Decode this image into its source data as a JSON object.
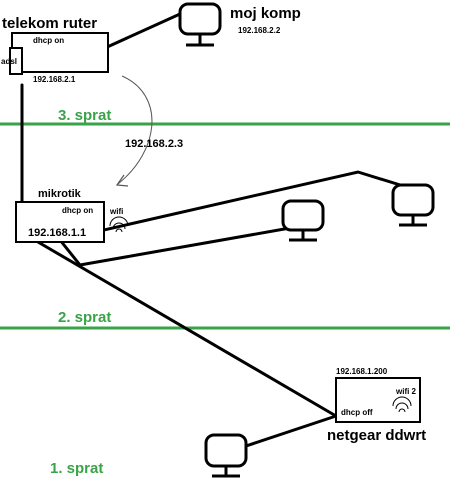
{
  "colors": {
    "floor_line": "#3aa34a",
    "wire": "#000000",
    "background": "#ffffff"
  },
  "floors": [
    {
      "label": "3. sprat"
    },
    {
      "label": "2. sprat"
    },
    {
      "label": "1. sprat"
    }
  ],
  "devices": {
    "telekom": {
      "name": "telekom ruter",
      "status": "dhcp on",
      "port": "adsl",
      "ip": "192.168.2.1"
    },
    "moj_komp": {
      "name": "moj komp",
      "ip": "192.168.2.2"
    },
    "mikrotik": {
      "name": "mikrotik",
      "status": "dhcp on",
      "wifi": "wifi",
      "ip": "192.168.1.1"
    },
    "netgear": {
      "name": "netgear ddwrt",
      "status": "dhcp off",
      "wifi": "wifi 2",
      "ip": "192.168.1.200"
    }
  },
  "link_label": "192.168.2.3",
  "icons": [
    "monitor-icon",
    "wifi-icon",
    "arrow-icon"
  ]
}
